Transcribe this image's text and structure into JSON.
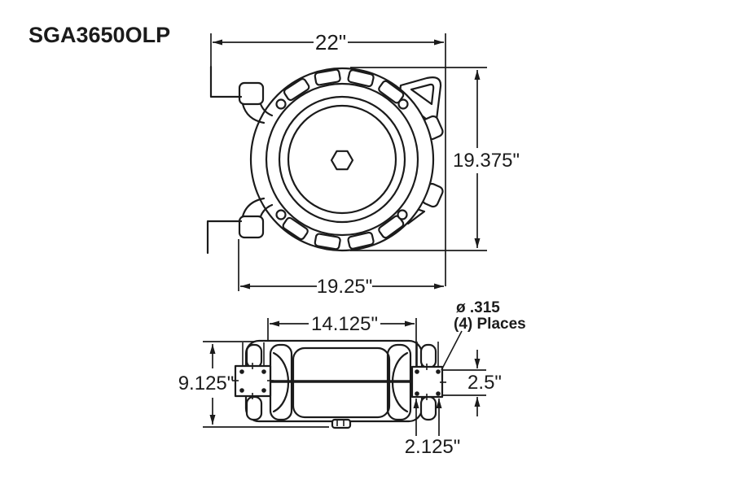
{
  "title": "SGA3650OLP",
  "colors": {
    "line": "#1b1b1b",
    "background": "#ffffff"
  },
  "front_view": {
    "dim_overall_width": "22\"",
    "dim_overall_height": "19.375\"",
    "dim_body_width": "19.25\""
  },
  "side_view": {
    "dim_drum_width": "14.125\"",
    "dim_overall_height": "9.125\"",
    "dim_hole_spacing_vertical": "2.5\"",
    "dim_hole_spacing_horizontal": "2.125\"",
    "hole_note_line1": "ø .315",
    "hole_note_line2": "(4) Places"
  }
}
